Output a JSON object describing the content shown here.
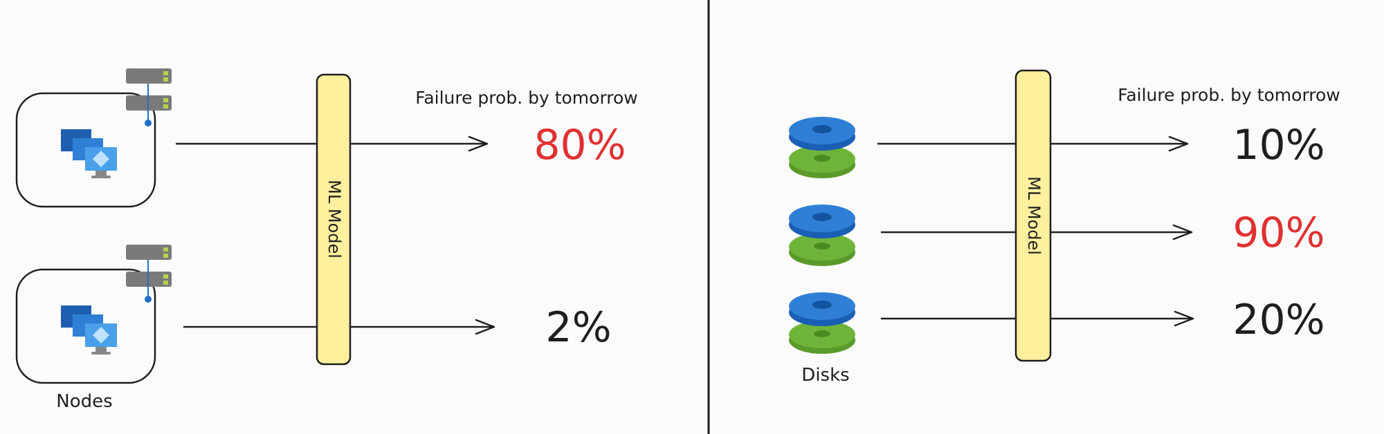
{
  "left": {
    "header": "Failure prob. by tomorrow",
    "model_label": "ML Model",
    "group_label": "Nodes",
    "outputs": [
      {
        "value": "80%",
        "color": "#e03131"
      },
      {
        "value": "2%",
        "color": "#1e1e1e"
      }
    ]
  },
  "right": {
    "header": "Failure prob. by tomorrow",
    "model_label": "ML Model",
    "group_label": "Disks",
    "outputs": [
      {
        "value": "10%",
        "color": "#1e1e1e"
      },
      {
        "value": "90%",
        "color": "#e03131"
      },
      {
        "value": "20%",
        "color": "#1e1e1e"
      }
    ]
  },
  "colors": {
    "model_fill": "#fff09e",
    "disk_blue": "#2f7fd6",
    "disk_green": "#6fb43a",
    "server_gray": "#7a7a7a",
    "server_led": "#b5d34a",
    "vm_blue": "#1f6fc7"
  },
  "icons": [
    "server-icon",
    "virtual-machines-icon",
    "disk-icon",
    "arrow-icon"
  ]
}
